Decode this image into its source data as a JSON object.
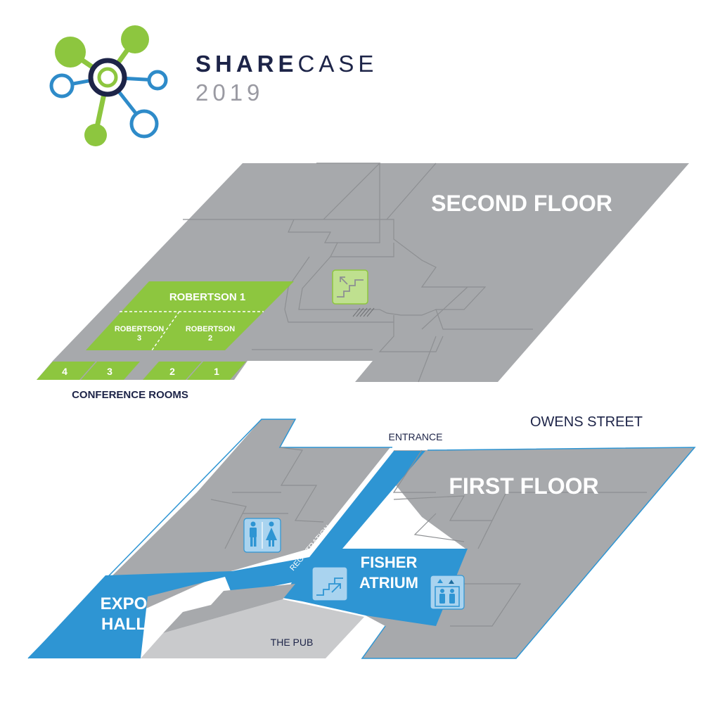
{
  "brand": {
    "name_bold": "SHARE",
    "name_light": "CASE",
    "year": "2019"
  },
  "colors": {
    "floor_gray": "#a7a9ac",
    "line_gray": "#8d8f92",
    "green": "#8dc63f",
    "blue": "#2e95d3",
    "pub_gray": "#c9cacc",
    "navy": "#1d2448"
  },
  "second_floor": {
    "title": "SECOND FLOOR",
    "robertson1": "ROBERTSON 1",
    "robertson3": [
      "ROBERTSON",
      "3"
    ],
    "robertson2": [
      "ROBERTSON",
      "2"
    ],
    "rooms": [
      "4",
      "3",
      "2",
      "1"
    ],
    "conference_label": "CONFERENCE ROOMS",
    "stairs_icon": "stairs-icon"
  },
  "first_floor": {
    "title": "FIRST FLOOR",
    "street": "OWENS STREET",
    "entrance": "ENTRANCE",
    "registration": "REGISTRATION",
    "fisher_atrium": [
      "FISHER",
      "ATRIUM"
    ],
    "expo_hall": [
      "EXPO",
      "HALL"
    ],
    "pub": "THE PUB",
    "icons": [
      "restroom-icon",
      "stairs-icon",
      "elevator-icon"
    ]
  }
}
